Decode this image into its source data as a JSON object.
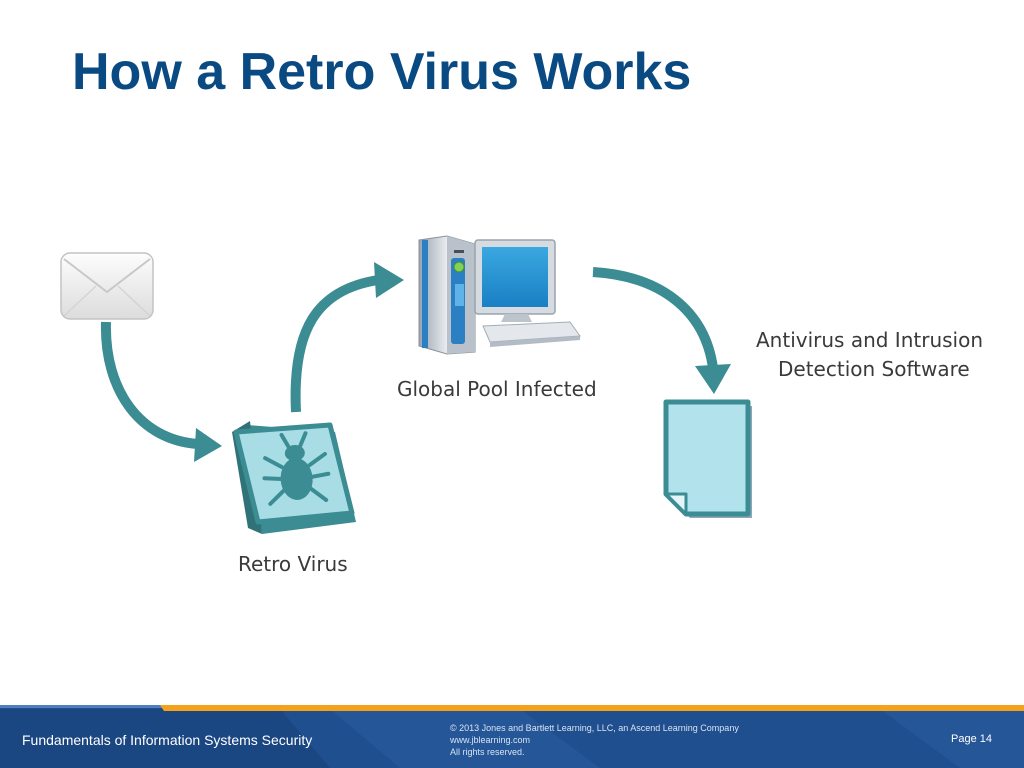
{
  "title": "How a Retro Virus Works",
  "nodes": {
    "email": {
      "icon": "envelope-icon"
    },
    "retro_virus": {
      "icon": "bug-icon",
      "label": "Retro Virus"
    },
    "global_pool": {
      "icon": "computer-icon",
      "label": "Global Pool Infected"
    },
    "antivirus": {
      "icon": "document-icon",
      "label_line1": "Antivirus and Intrusion",
      "label_line2": "Detection Software"
    }
  },
  "colors": {
    "title": "#0a4a82",
    "arrow": "#3b8c93",
    "footer_bg": "#1f4f8f",
    "footer_accent": "#f4a21c"
  },
  "footer": {
    "course": "Fundamentals of Information Systems Security",
    "copyright_line1": "© 2013 Jones and Bartlett Learning, LLC, an Ascend Learning Company",
    "copyright_line2": "www.jblearning.com",
    "copyright_line3": "All rights reserved.",
    "page": "Page 14"
  }
}
